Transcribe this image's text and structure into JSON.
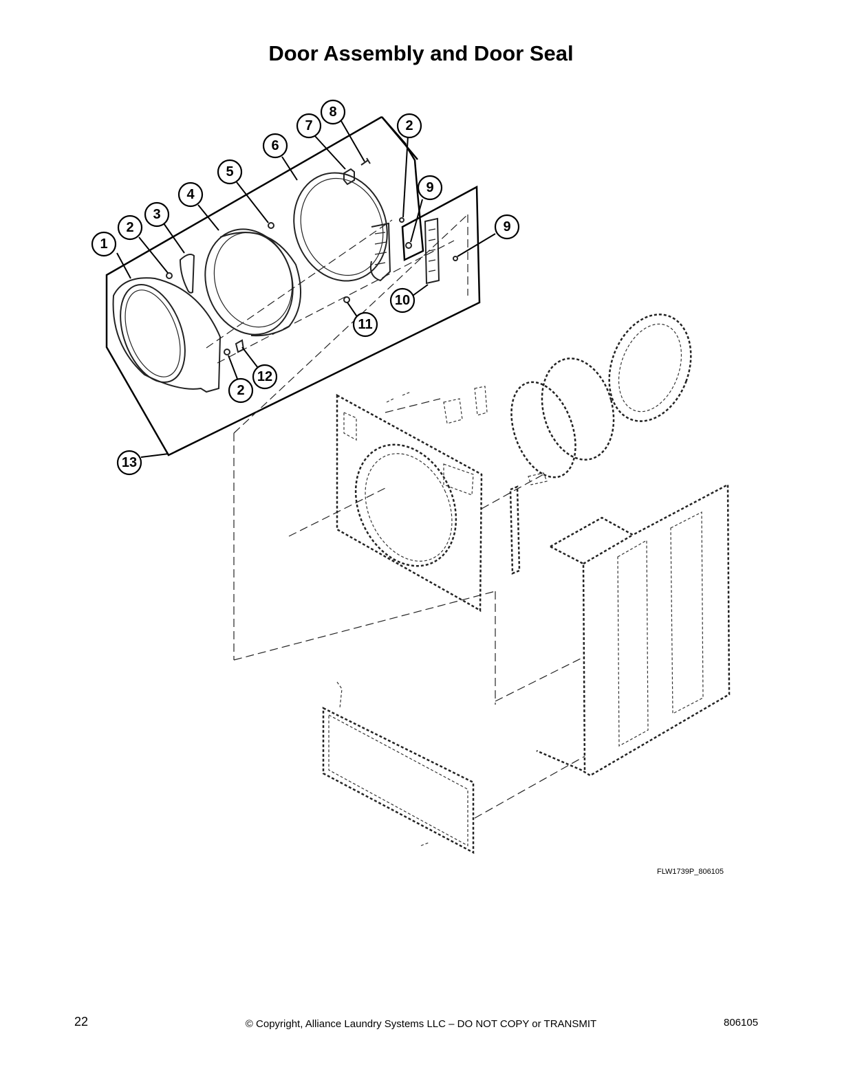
{
  "page": {
    "title": "Door Assembly and Door Seal",
    "figure_code": "FLW1739P_806105",
    "footer": {
      "page_number": "22",
      "copyright": "© Copyright, Alliance Laundry Systems LLC – DO NOT COPY or TRANSMIT",
      "doc_number": "806105"
    }
  },
  "callouts": [
    "1",
    "2",
    "3",
    "4",
    "5",
    "6",
    "7",
    "8",
    "2",
    "9",
    "9",
    "10",
    "11",
    "12",
    "2",
    "13"
  ]
}
